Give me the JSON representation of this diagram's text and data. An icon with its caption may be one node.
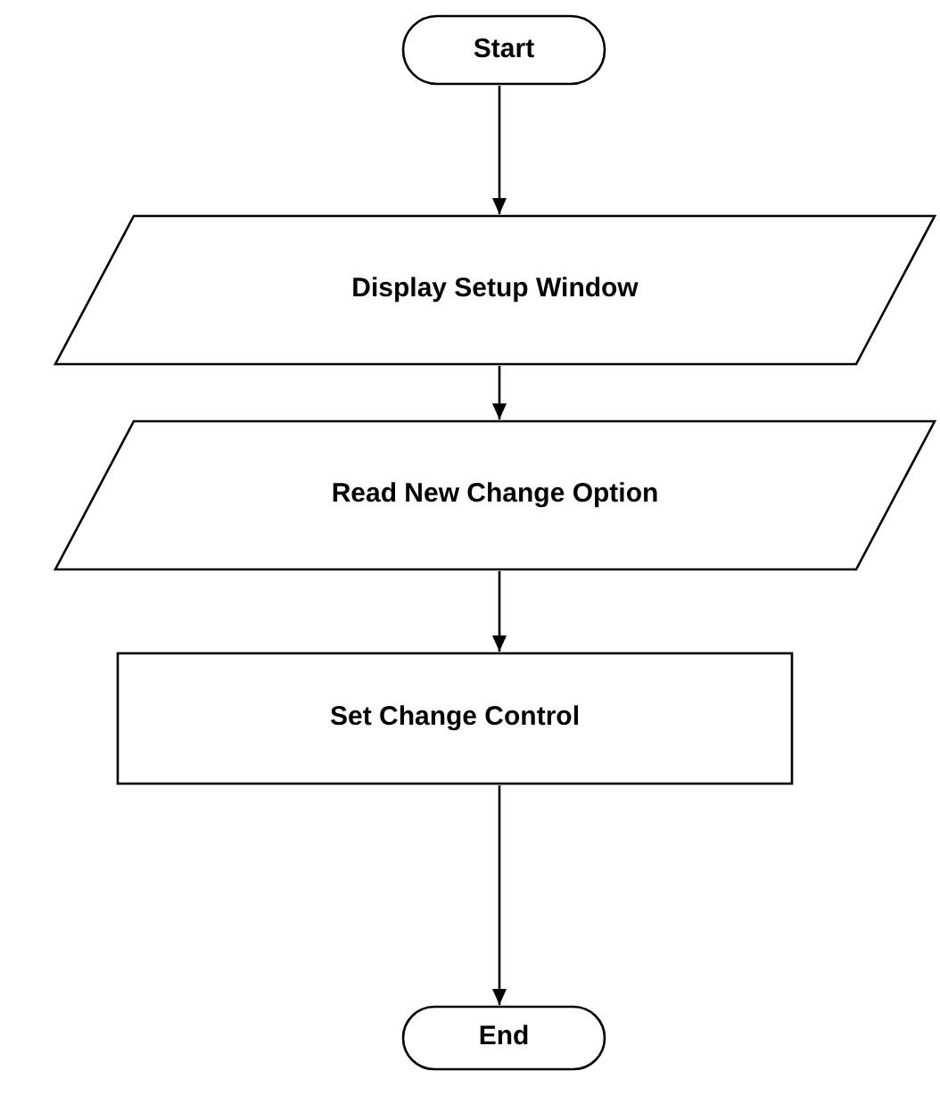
{
  "diagram": {
    "nodes": [
      {
        "text": [
          "Start"
        ]
      },
      {
        "text": [
          "Display Setup Window"
        ]
      },
      {
        "text": [
          "Read New Change Option"
        ]
      },
      {
        "text": [
          "Set Change Control"
        ]
      },
      {
        "text": [
          "End"
        ]
      }
    ],
    "edges": [
      {
        "from": 0,
        "to": 1,
        "arrow": "to"
      },
      {
        "from": 1,
        "to": 2,
        "arrow": "to"
      },
      {
        "from": 2,
        "to": 3,
        "arrow": "to"
      },
      {
        "from": 3,
        "to": 4,
        "arrow": "to"
      }
    ]
  }
}
